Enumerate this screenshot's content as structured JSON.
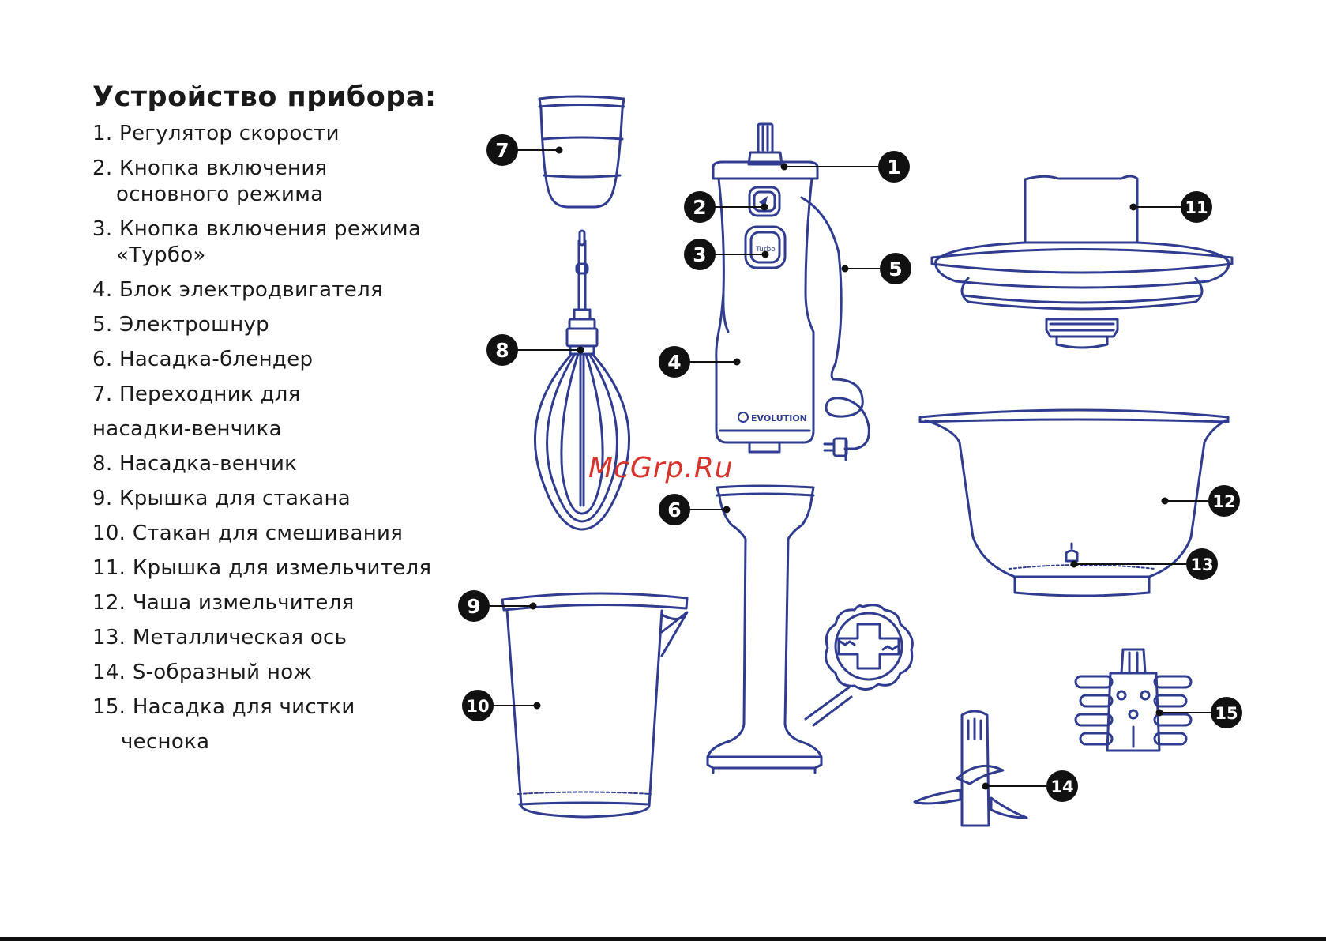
{
  "title": "Устройство прибора:",
  "legend": [
    {
      "l1": "1. Регулятор скорости"
    },
    {
      "l1": "2. Кнопка включения",
      "l2": "основного режима"
    },
    {
      "l1": "3. Кнопка включения режима",
      "l2": "«Турбо»"
    },
    {
      "l1": "4. Блок электродвигателя"
    },
    {
      "l1": "5. Электрошнур"
    },
    {
      "l1": "6. Насадка-блендер"
    },
    {
      "l1": "7. Переходник для",
      "l2": "насадки-венчика"
    },
    {
      "l1": "8. Насадка-венчик"
    },
    {
      "l1": "9. Крышка для стакана"
    },
    {
      "l1": "10. Стакан для смешивания"
    },
    {
      "l1": "11. Крышка для измельчителя"
    },
    {
      "l1": "12. Чаша измельчителя"
    },
    {
      "l1": "13. Металлическая ось"
    },
    {
      "l1": "14. S-образный нож"
    },
    {
      "l1": "15. Насадка для чистки",
      "l2": "чеснока"
    }
  ],
  "callouts": [
    "1",
    "2",
    "3",
    "4",
    "5",
    "6",
    "7",
    "8",
    "9",
    "10",
    "11",
    "12",
    "13",
    "14",
    "15"
  ],
  "brand": "EVOLUTION",
  "button_label": "Turbo",
  "watermark": "McGrp.Ru",
  "colors": {
    "outline": "#2f3c8f",
    "marker": "#111111",
    "watermark": "#d9342b"
  }
}
